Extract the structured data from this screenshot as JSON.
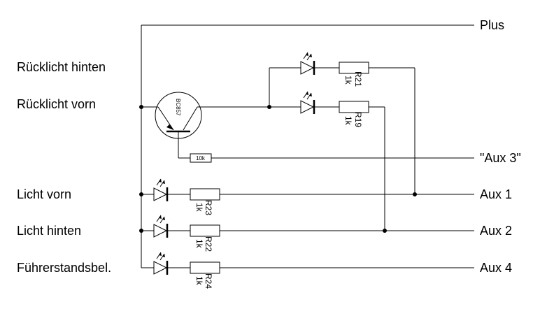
{
  "labels": {
    "plus": "Plus",
    "ruecklicht_hinten": "Rücklicht hinten",
    "ruecklicht_vorn": "Rücklicht vorn",
    "licht_vorn": "Licht vorn",
    "licht_hinten": "Licht hinten",
    "fuehrerstand": "Führerstandsbel.",
    "aux3": "\"Aux 3\"",
    "aux1": "Aux 1",
    "aux2": "Aux 2",
    "aux4": "Aux 4"
  },
  "components": {
    "transistor": "BC857",
    "r_base": "10k",
    "r21": {
      "name": "R21",
      "value": "1k"
    },
    "r19": {
      "name": "R19",
      "value": "1k"
    },
    "r23": {
      "name": "R23",
      "value": "1k"
    },
    "r22": {
      "name": "R22",
      "value": "1k"
    },
    "r24": {
      "name": "R24",
      "value": "1k"
    }
  }
}
